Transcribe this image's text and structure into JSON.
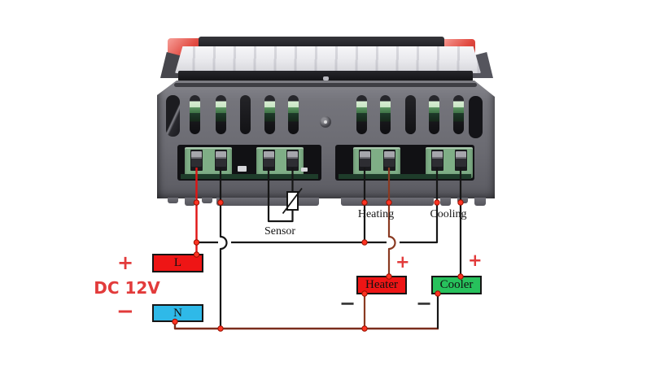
{
  "diagram": {
    "power": {
      "plus": "+",
      "label": "DC 12V",
      "minus": "−",
      "live": "L",
      "neutral": "N"
    },
    "terminals": {
      "sensor": "Sensor",
      "heating": "Heating",
      "cooling": "Cooling"
    },
    "heater": {
      "label": "Heater",
      "plus": "+",
      "minus": "−"
    },
    "cooler": {
      "label": "Cooler",
      "plus": "+",
      "minus": "−"
    },
    "colors": {
      "live_box": "#ee1515",
      "neutral_box": "#2fb9e8",
      "heater_box": "#ee1515",
      "cooler_box": "#27c15c",
      "dc_text": "#e23b3b",
      "wire_black": "#161616",
      "wire_red": "#e01414",
      "wire_brown": "#8a3a22",
      "rail_brown": "#7a2d1c",
      "node_fill": "#ff3322",
      "node_stroke": "#991100"
    }
  }
}
